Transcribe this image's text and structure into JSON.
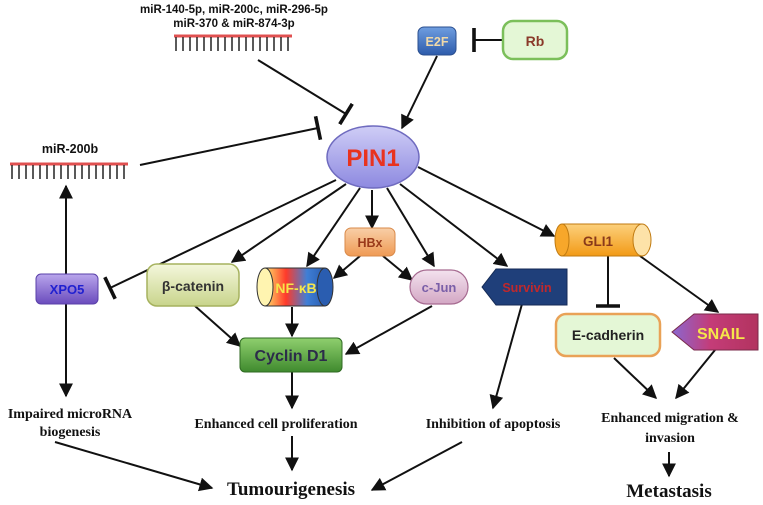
{
  "mirna_top": {
    "line1": "miR-140-5p, miR-200c, miR-296-5p",
    "line2": "miR-370 & miR-874-3p"
  },
  "mirna_left": {
    "label": "miR-200b"
  },
  "nodes": {
    "e2f": "E2F",
    "rb": "Rb",
    "pin1": "PIN1",
    "xpo5": "XPO5",
    "beta_catenin": "β-catenin",
    "nfkb": "NF-κB",
    "hbx": "HBx",
    "cjun": "c-Jun",
    "survivin": "Survivin",
    "gli1": "GLI1",
    "ecadherin": "E-cadherin",
    "snail": "SNAIL",
    "cyclin_d1": "Cyclin D1"
  },
  "outcomes": {
    "impaired_line1": "Impaired microRNA",
    "impaired_line2": "biogenesis",
    "proliferation": "Enhanced cell proliferation",
    "apoptosis": "Inhibition of apoptosis",
    "migration_line1": "Enhanced migration &",
    "migration_line2": "invasion",
    "tumourigenesis": "Tumourigenesis",
    "metastasis": "Metastasis"
  },
  "colors": {
    "pin1_fill": "#a9a6ea",
    "pin1_text": "#e8331f",
    "mirna_bar": "#e05050",
    "e2f_fill": "#3a6fc4",
    "rb_fill": "#e4f7d6",
    "rb_border": "#7bbf5a",
    "xpo5_fill": "#7a5cc9",
    "xpo5_text": "#2020d0",
    "beta_fill": "#eaf0bf",
    "hbx_fill": "#f4b27a",
    "cjun_fill": "#e6c6dc",
    "survivin_fill": "#1f3f7a",
    "survivin_text": "#c0282c",
    "gli1_fill": "#f7a72a",
    "ecad_fill": "#e4f7d6",
    "ecad_border": "#e9a257",
    "snail_fill": "#b83a7a",
    "snail_text": "#f5e64a",
    "cyclin_fill": "#4e9a3a"
  }
}
